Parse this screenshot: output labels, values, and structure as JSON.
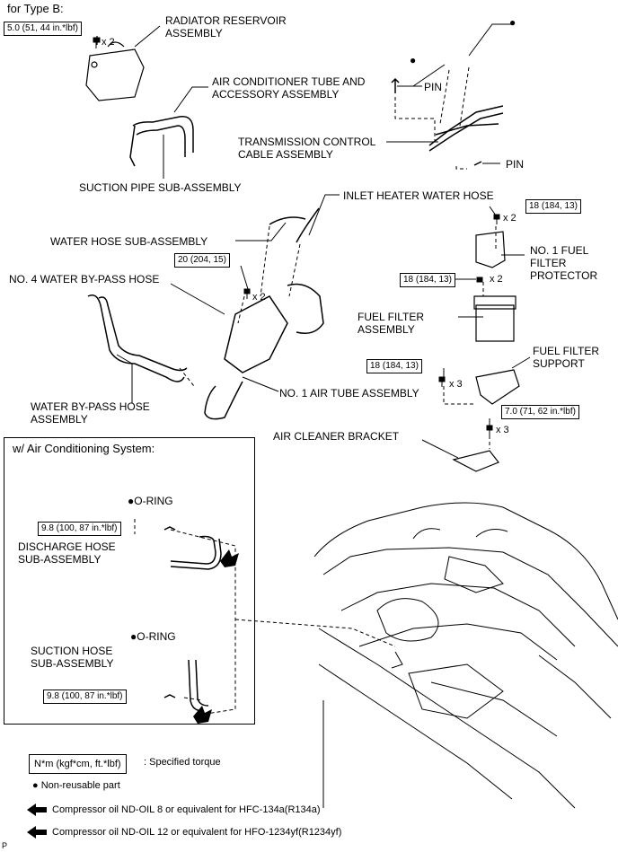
{
  "header": {
    "title": "for Type B:"
  },
  "torques": {
    "t_radiator": "5.0 (51, 44 in.*lbf)",
    "t_protector": "18 (184, 13)",
    "t_filter": "18 (184, 13)",
    "t_support": "18 (184, 13)",
    "t_bracket": "7.0 (71, 62 in.*lbf)",
    "t_tube": "20 (204, 15)",
    "t_discharge": "9.8 (100, 87 in.*lbf)",
    "t_suction": "9.8 (100, 87 in.*lbf)"
  },
  "counts": {
    "x2_radiator": "x 2",
    "x2_protector": "x 2",
    "x2_filter": "x 2",
    "x3_support": "x 3",
    "x3_bracket": "x 3",
    "x2_tube": "x 2"
  },
  "labels": {
    "radiator_reservoir": "RADIATOR RESERVOIR\nASSEMBLY",
    "ac_tube": "AIR CONDITIONER TUBE AND\nACCESSORY ASSEMBLY",
    "suction_pipe": "SUCTION PIPE SUB-ASSEMBLY",
    "pin_1": "PIN",
    "pin_2": "PIN",
    "transmission_cable": "TRANSMISSION CONTROL\nCABLE ASSEMBLY",
    "inlet_heater_hose": "INLET HEATER WATER HOSE",
    "water_hose": "WATER HOSE SUB-ASSEMBLY",
    "no4_bypass": "NO. 4 WATER BY-PASS HOSE",
    "no1_fuel_protector": "NO. 1 FUEL\nFILTER\nPROTECTOR",
    "fuel_filter": "FUEL FILTER\nASSEMBLY",
    "fuel_filter_support": "FUEL FILTER\nSUPPORT",
    "water_bypass": "WATER BY-PASS HOSE\nASSEMBLY",
    "no1_air_tube": "NO. 1 AIR TUBE ASSEMBLY",
    "air_cleaner_bracket": "AIR CLEANER BRACKET",
    "dot_top_right": "●",
    "dot_top_mid": "●"
  },
  "ac_panel": {
    "title": "w/ Air Conditioning System:",
    "oring_1": "●O-RING",
    "oring_2": "●O-RING",
    "discharge_hose": "DISCHARGE HOSE\nSUB-ASSEMBLY",
    "suction_hose": "SUCTION HOSE\nSUB-ASSEMBLY"
  },
  "legend": {
    "torque_box": "N*m (kgf*cm, ft.*lbf)",
    "torque_desc": ": Specified torque",
    "non_reusable": "● Non-reusable part",
    "oil_1": "Compressor oil ND-OIL 8 or equivalent for HFC-134a(R134a)",
    "oil_2": "Compressor oil ND-OIL 12 or equivalent for HFO-1234yf(R1234yf)"
  },
  "footer": {
    "page_marker": "P"
  },
  "icons": [
    "bolt-icon",
    "arrow-left-icon",
    "arrow-diagonal-icon"
  ]
}
